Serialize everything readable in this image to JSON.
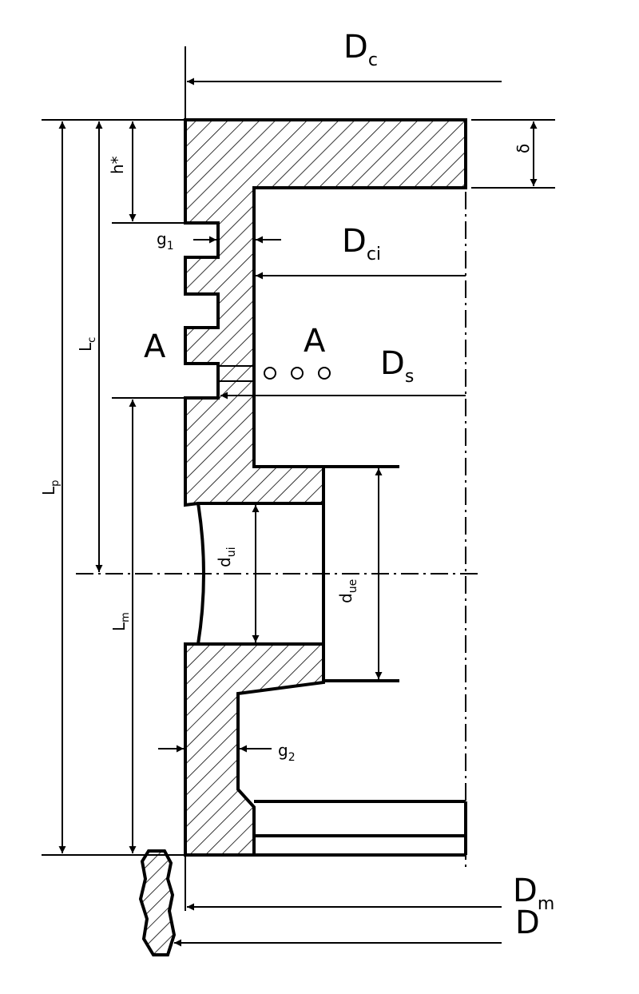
{
  "labels": {
    "Dc": {
      "main": "D",
      "sub": "c"
    },
    "Dci": {
      "main": "D",
      "sub": "ci"
    },
    "Ds": {
      "main": "D",
      "sub": "s"
    },
    "Dm": {
      "main": "D",
      "sub": "m"
    },
    "D": {
      "main": "D"
    },
    "delta": "δ",
    "h_star": "h*",
    "g1": {
      "main": "g",
      "sub": "1"
    },
    "g2": {
      "main": "g",
      "sub": "2"
    },
    "A_left": "A",
    "A_right": "A",
    "Lc": {
      "main": "L",
      "sub": "c"
    },
    "Lp": {
      "main": "L",
      "sub": "p"
    },
    "Lm": {
      "main": "L",
      "sub": "m"
    },
    "dui": {
      "main": "d",
      "sub": "ui"
    },
    "due": {
      "main": "d",
      "sub": "ue"
    }
  }
}
